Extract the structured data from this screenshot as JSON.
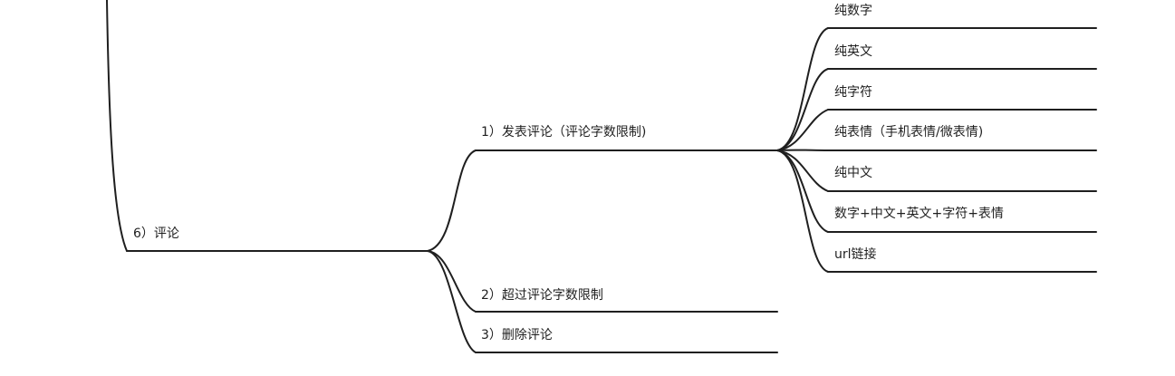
{
  "mindmap": {
    "root_branch": {
      "label": "6）评论",
      "children": [
        {
          "label": "1）发表评论（评论字数限制)",
          "children": [
            {
              "label": "纯数字"
            },
            {
              "label": "纯英文"
            },
            {
              "label": "纯字符"
            },
            {
              "label": "纯表情（手机表情/微表情)"
            },
            {
              "label": "纯中文"
            },
            {
              "label": "数字+中文+英文+字符+表情"
            },
            {
              "label": "url链接"
            }
          ]
        },
        {
          "label": "2）超过评论字数限制"
        },
        {
          "label": "3）删除评论"
        }
      ]
    }
  }
}
